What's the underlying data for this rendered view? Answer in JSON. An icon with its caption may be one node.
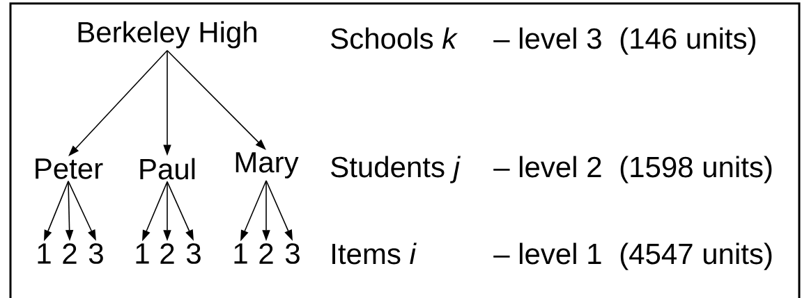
{
  "diagram": {
    "nodes": [
      {
        "text": [
          "Berkeley High"
        ]
      },
      {
        "text": [
          "Peter"
        ]
      },
      {
        "text": [
          "Paul"
        ]
      },
      {
        "text": [
          "Mary"
        ]
      },
      {
        "text": [
          "1"
        ]
      },
      {
        "text": [
          "2"
        ]
      },
      {
        "text": [
          "3"
        ]
      },
      {
        "text": [
          "1"
        ]
      },
      {
        "text": [
          "2"
        ]
      },
      {
        "text": [
          "3"
        ]
      },
      {
        "text": [
          "1"
        ]
      },
      {
        "text": [
          "2"
        ]
      },
      {
        "text": [
          "3"
        ]
      }
    ],
    "edges": [
      {
        "from": 0,
        "to": 1,
        "arrow": "to"
      },
      {
        "from": 0,
        "to": 2,
        "arrow": "to"
      },
      {
        "from": 0,
        "to": 3,
        "arrow": "to"
      },
      {
        "from": 1,
        "to": 4,
        "arrow": "to"
      },
      {
        "from": 1,
        "to": 5,
        "arrow": "to"
      },
      {
        "from": 1,
        "to": 6,
        "arrow": "to"
      },
      {
        "from": 2,
        "to": 7,
        "arrow": "to"
      },
      {
        "from": 2,
        "to": 8,
        "arrow": "to"
      },
      {
        "from": 2,
        "to": 9,
        "arrow": "to"
      },
      {
        "from": 3,
        "to": 10,
        "arrow": "to"
      },
      {
        "from": 3,
        "to": 11,
        "arrow": "to"
      },
      {
        "from": 3,
        "to": 12,
        "arrow": "to"
      }
    ],
    "labels": [
      "Schools *k*",
      "– level 3",
      "(146 units)",
      "Students *j*",
      "– level 2",
      "(1598 units)",
      "Items *i*",
      "– level 1",
      "(4547 units)"
    ]
  }
}
